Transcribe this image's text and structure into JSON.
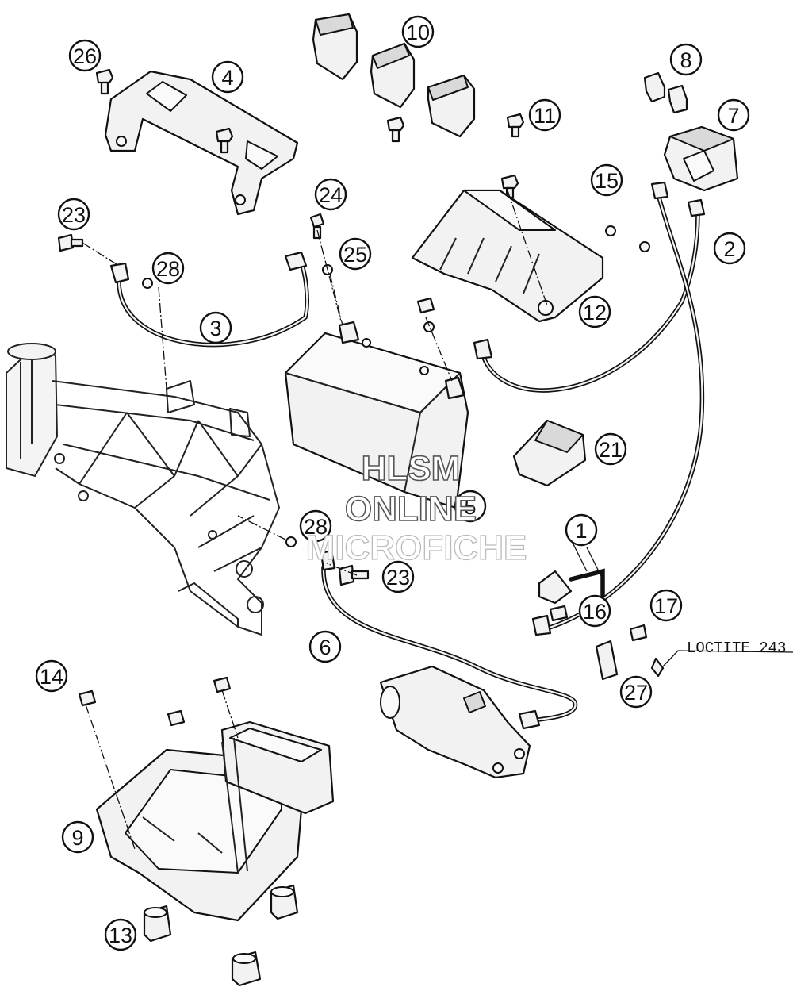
{
  "callouts": [
    {
      "label": "1"
    },
    {
      "label": "2"
    },
    {
      "label": "3"
    },
    {
      "label": "4"
    },
    {
      "label": "5"
    },
    {
      "label": "6"
    },
    {
      "label": "7"
    },
    {
      "label": "8"
    },
    {
      "label": "9"
    },
    {
      "label": "10"
    },
    {
      "label": "11"
    },
    {
      "label": "12"
    },
    {
      "label": "13"
    },
    {
      "label": "14"
    },
    {
      "label": "15"
    },
    {
      "label": "16"
    },
    {
      "label": "17"
    },
    {
      "label": "21"
    },
    {
      "label": "23"
    },
    {
      "label": "23"
    },
    {
      "label": "24"
    },
    {
      "label": "25"
    },
    {
      "label": "26"
    },
    {
      "label": "27"
    },
    {
      "label": "28"
    },
    {
      "label": "28"
    }
  ],
  "note": {
    "text": "LOCTITE 243"
  },
  "watermark": {
    "line1": "HLSM",
    "line2": "ONLINE",
    "line3": "MICROFICHE"
  }
}
